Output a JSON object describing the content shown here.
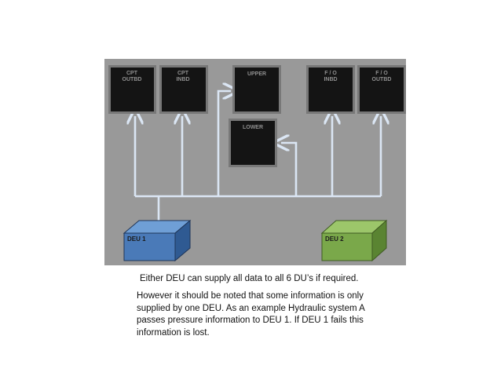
{
  "displays": [
    {
      "id": "cpt-outbd",
      "label_lines": [
        "CPT",
        "OUTBD"
      ]
    },
    {
      "id": "cpt-inbd",
      "label_lines": [
        "CPT",
        "INBD"
      ]
    },
    {
      "id": "upper",
      "label_lines": [
        "UPPER"
      ]
    },
    {
      "id": "fo-inbd",
      "label_lines": [
        "F / O",
        "INBD"
      ]
    },
    {
      "id": "fo-outbd",
      "label_lines": [
        "F / O",
        "OUTBD"
      ]
    },
    {
      "id": "lower",
      "label_lines": [
        "LOWER"
      ]
    }
  ],
  "deus": [
    {
      "id": "deu-1",
      "label": "DEU 1",
      "color": "#4a7ab8"
    },
    {
      "id": "deu-2",
      "label": "DEU 2",
      "color": "#7aa84a"
    }
  ],
  "line_color": "#dbe6f4",
  "caption": "Either DEU can supply all data to all 6 DU’s if required.",
  "note_lines": [
    "However it should be noted that some information is only",
    "supplied by one DEU. As an example Hydraulic system  A",
    "passes pressure information to DEU 1. If DEU 1 fails this",
    "information is lost."
  ]
}
